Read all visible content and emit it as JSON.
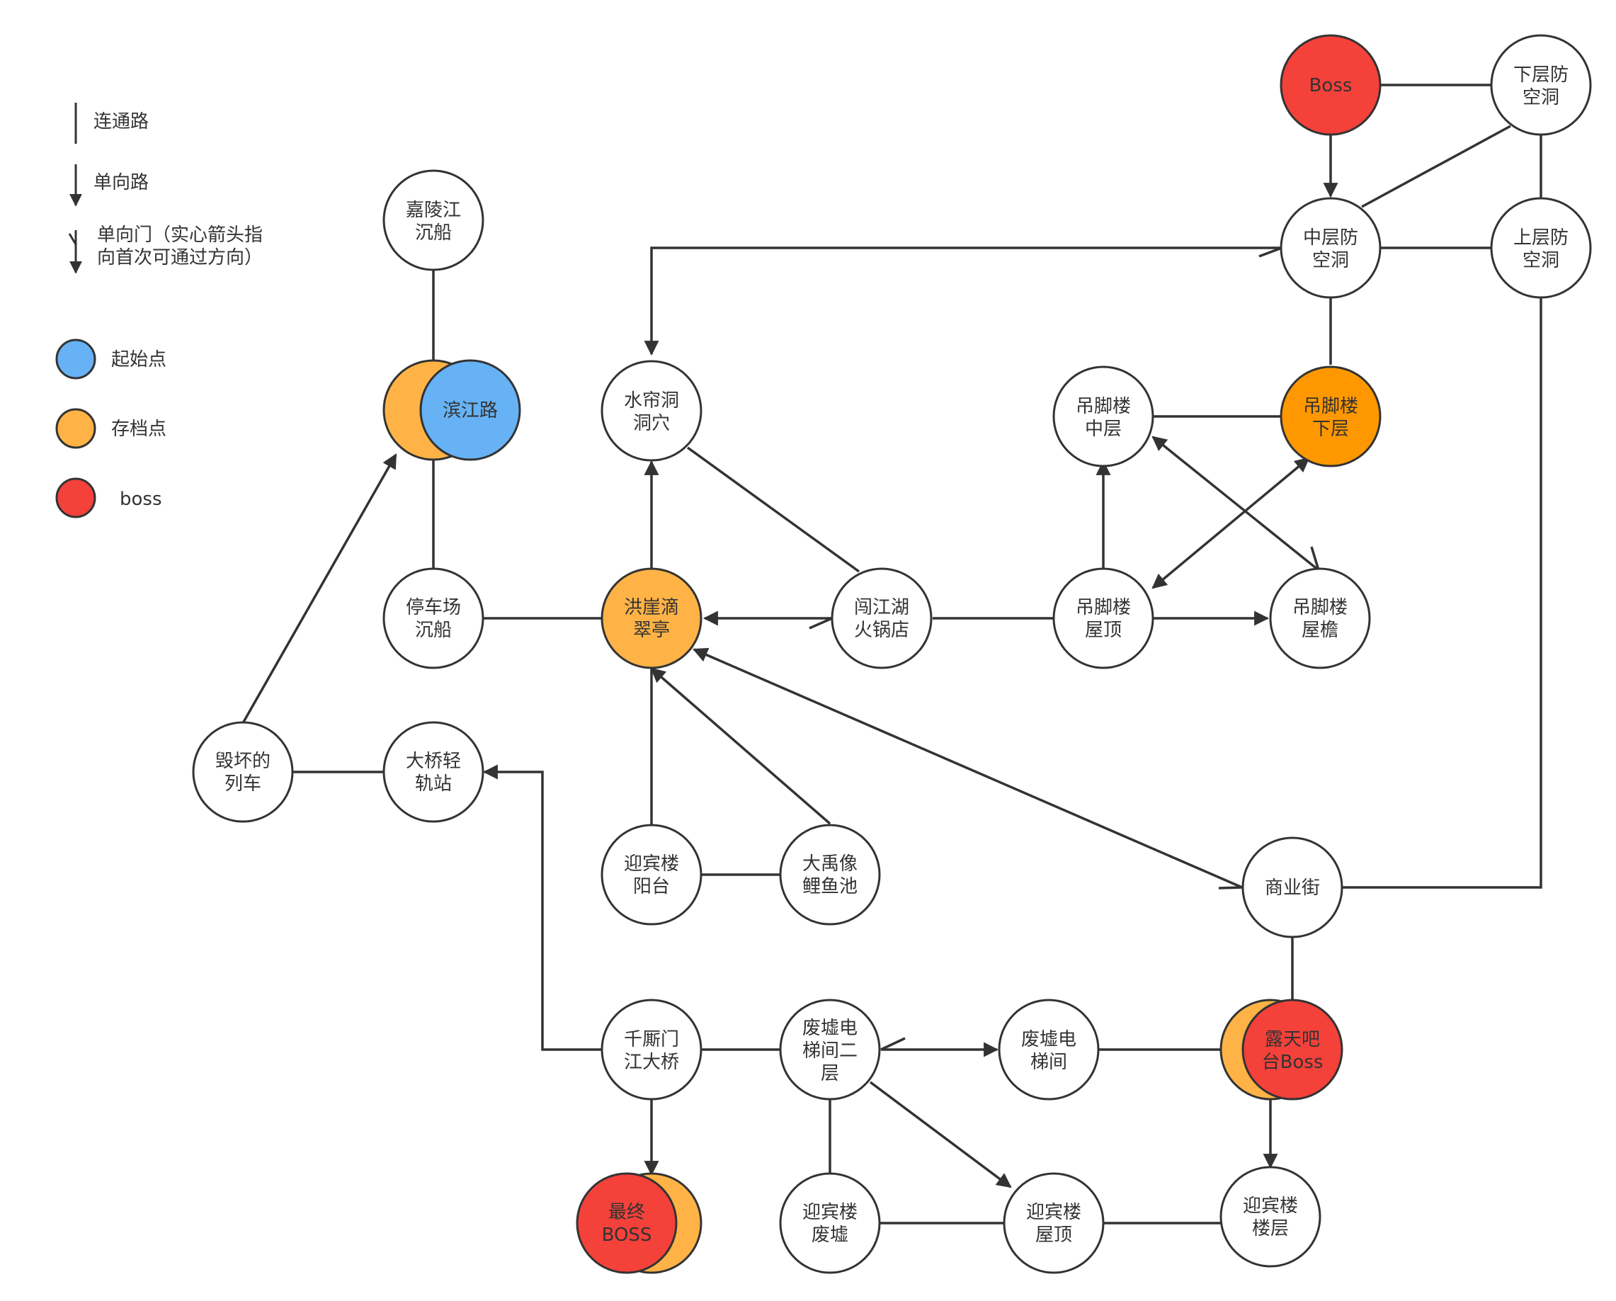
{
  "legend": {
    "two_way": "连通路",
    "one_way": "单向路",
    "one_way_gate_line1": "单向门（实心箭头指",
    "one_way_gate_line2": "向首次可通过方向）",
    "start": "起始点",
    "save": "存档点",
    "boss": "boss"
  },
  "colors": {
    "stroke": "#333333",
    "start": "#66b2f5",
    "save": "#ffb347",
    "save_strong": "#ff9800",
    "boss": "#f4413a",
    "node_fill": "#ffffff"
  },
  "nodes": {
    "jialingjiang": [
      "嘉陵江",
      "沉船"
    ],
    "binjianglu": [
      "滨江路"
    ],
    "tingchechang": [
      "停车场",
      "沉船"
    ],
    "huiche": [
      "毁坏的",
      "列车"
    ],
    "daqiao": [
      "大桥轻",
      "轨站"
    ],
    "shuiliandong": [
      "水帘洞",
      "洞穴"
    ],
    "hongyadi": [
      "洪崖滴",
      "翠亭"
    ],
    "chuangjiang": [
      "闯江湖",
      "火锅店"
    ],
    "diaojiao_mid": [
      "吊脚楼",
      "中层"
    ],
    "diaojiao_low": [
      "吊脚楼",
      "下层"
    ],
    "diaojiao_roof": [
      "吊脚楼",
      "屋顶"
    ],
    "diaojiao_eave": [
      "吊脚楼",
      "屋檐"
    ],
    "boss_top": [
      "Boss"
    ],
    "xiaceng": [
      "下层防",
      "空洞"
    ],
    "zhongceng": [
      "中层防",
      "空洞"
    ],
    "shangceng": [
      "上层防",
      "空洞"
    ],
    "yingbin_yangtai": [
      "迎宾楼",
      "阳台"
    ],
    "dayu": [
      "大禹像",
      "鲤鱼池"
    ],
    "shangyejie": [
      "商业街"
    ],
    "qiansimen": [
      "千厮门",
      "江大桥"
    ],
    "feixu_elev2": [
      "废墟电",
      "梯间二",
      "层"
    ],
    "feixu_elev": [
      "废墟电",
      "梯间"
    ],
    "lutian_boss": [
      "露天吧",
      "台Boss"
    ],
    "final_boss": [
      "最终",
      "BOSS"
    ],
    "yingbin_feixu": [
      "迎宾楼",
      "废墟"
    ],
    "yingbin_roof": [
      "迎宾楼",
      "屋顶"
    ],
    "yingbin_floor": [
      "迎宾楼",
      "楼层"
    ]
  }
}
